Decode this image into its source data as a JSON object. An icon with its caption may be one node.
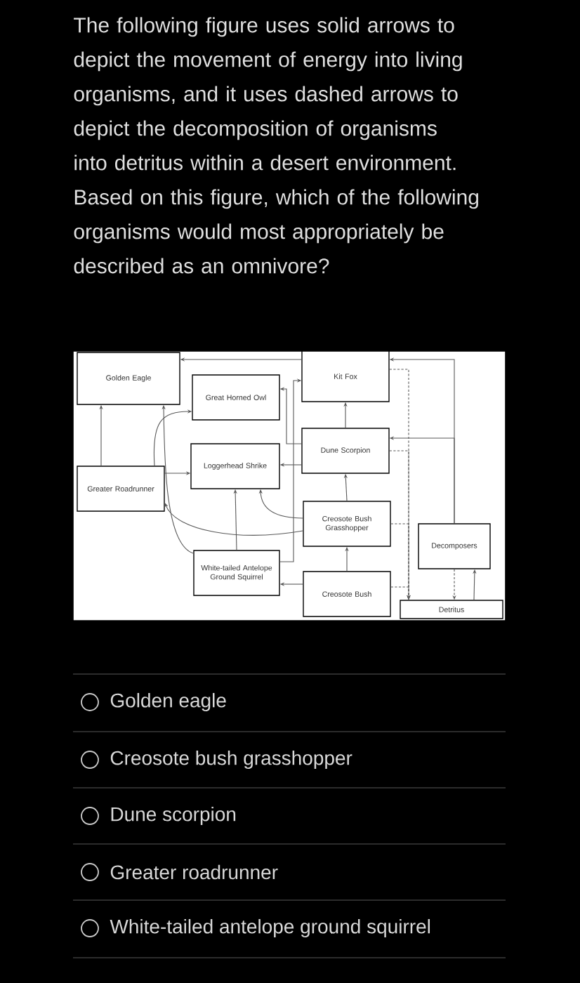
{
  "diagram": {
    "nodes": [
      {
        "text": [
          "Golden Eagle"
        ]
      },
      {
        "text": [
          "Great Horned Owl"
        ]
      },
      {
        "text": [
          "Greater Roadrunner"
        ]
      },
      {
        "text": [
          "Loggerhead Shrike"
        ]
      },
      {
        "text": [
          "White-tailed Antelope Ground Squirrel"
        ]
      },
      {
        "text": [
          "Kit Fox"
        ]
      },
      {
        "text": [
          "Dune Scorpion"
        ]
      },
      {
        "text": [
          "Creosote Bush Grasshopper"
        ]
      },
      {
        "text": [
          "Creosote Bush"
        ]
      },
      {
        "text": [
          "Decomposers"
        ]
      },
      {
        "text": [
          "Detritus"
        ]
      }
    ],
    "edges": [
      {
        "from": 2,
        "to": 0,
        "arrow": "to"
      },
      {
        "from": 2,
        "to": 3,
        "arrow": "to"
      },
      {
        "from": 2,
        "to": 1,
        "arrow": "to"
      },
      {
        "from": 4,
        "to": 3,
        "arrow": "to"
      },
      {
        "from": 4,
        "to": 0,
        "arrow": "to"
      },
      {
        "from": 5,
        "to": 0,
        "arrow": "to"
      },
      {
        "from": 9,
        "to": 5,
        "arrow": "to"
      },
      {
        "from": 9,
        "to": 6,
        "arrow": "to"
      },
      {
        "from": 6,
        "to": 5,
        "arrow": "to"
      },
      {
        "from": 7,
        "to": 6,
        "arrow": "to"
      },
      {
        "from": 8,
        "to": 7,
        "arrow": "to"
      },
      {
        "from": 6,
        "to": 1,
        "arrow": "to"
      },
      {
        "from": 6,
        "to": 3,
        "arrow": "to"
      },
      {
        "from": 7,
        "to": 3,
        "arrow": "to"
      },
      {
        "from": 7,
        "to": 2,
        "arrow": "to"
      },
      {
        "from": 4,
        "to": 5,
        "arrow": "to"
      },
      {
        "from": 8,
        "to": 4,
        "arrow": "to"
      },
      {
        "from": 10,
        "to": 9,
        "arrow": "to"
      },
      {
        "from": 9,
        "to": 10,
        "arrow": "to",
        "style": "dashed"
      },
      {
        "from": 5,
        "to": 10,
        "arrow": "to",
        "style": "dashed"
      },
      {
        "from": 6,
        "to": 10,
        "arrow": "to",
        "style": "dashed"
      },
      {
        "from": 7,
        "to": 10,
        "arrow": "to",
        "style": "dashed"
      },
      {
        "from": 8,
        "to": 10,
        "arrow": "to",
        "style": "dashed"
      }
    ],
    "labels": [
      "The following figure uses solid arrows to depict the movement of energy into living organisms, and it uses dashed arrows to depict the decomposition of organisms into detritus within a desert environment. Based on this figure, which of the following organisms would most appropriately be described as an omnivore?",
      "Golden eagle",
      "Creosote bush grasshopper",
      "Dune scorpion",
      "Greater roadrunner",
      "White-tailed antelope ground squirrel"
    ]
  }
}
